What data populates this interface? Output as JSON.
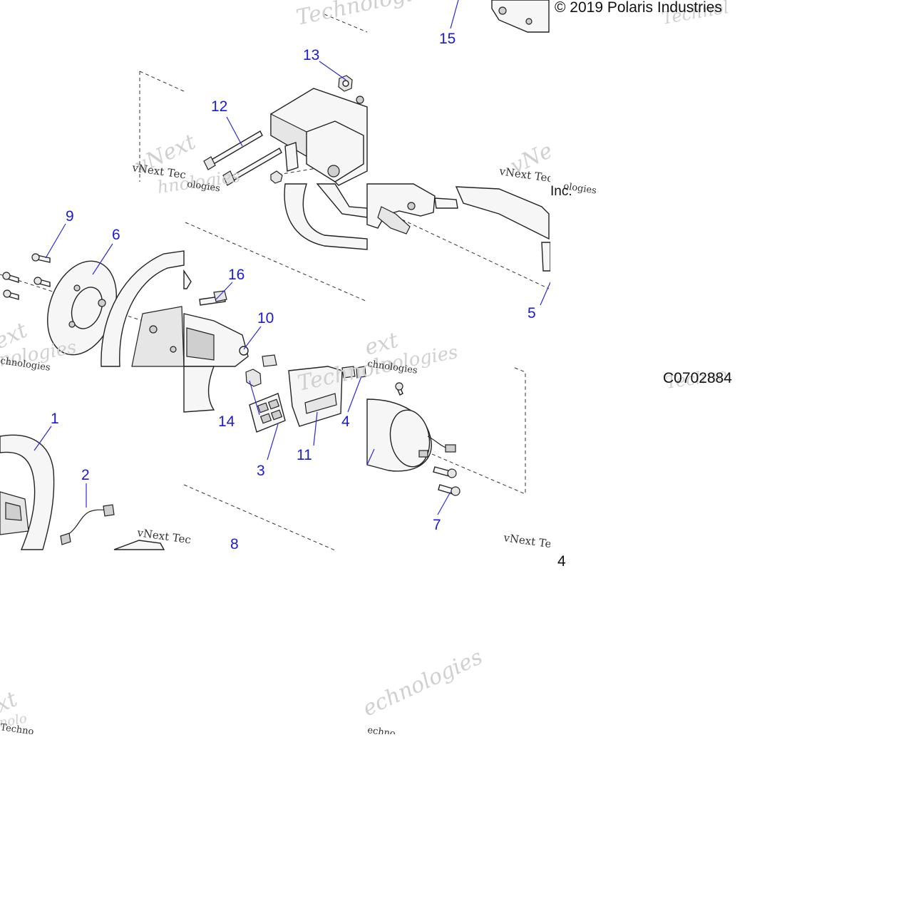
{
  "copyright": "© 2019 Polaris Industries",
  "copyright_tail": "Inc.",
  "diagram_code": "C0702884",
  "page_fragment": "4",
  "watermarks": {
    "script": [
      "Technologies",
      "Technol",
      "vNext",
      "vNex",
      "ext",
      "Technolo",
      "nologies",
      "nologies",
      "Techno",
      "hnologies",
      "ext",
      "xt",
      "echnologies",
      "nolo"
    ],
    "plain": [
      "vNext Tec",
      "vNext Tec",
      "vNext Tec",
      "vNext Tec",
      "chnologies",
      "ologies",
      "ologies",
      "chnologies",
      "Techno",
      "echno"
    ]
  },
  "callouts": [
    "1",
    "2",
    "3",
    "4",
    "5",
    "6",
    "7",
    "8",
    "9",
    "10",
    "11",
    "12",
    "13",
    "14",
    "15",
    "16"
  ],
  "colors": {
    "callout": "#1a1ad6",
    "line": "#222222",
    "watermark": "#d0d0d0"
  }
}
